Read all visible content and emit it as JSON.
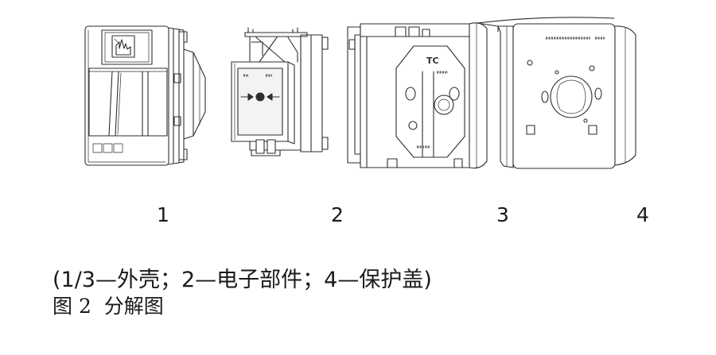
{
  "figure": {
    "parts": [
      {
        "label": "1"
      },
      {
        "label": "2"
      },
      {
        "label": "3"
      },
      {
        "label": "4"
      }
    ],
    "legend": "(1/3—外壳；2—电子部件；4—保护盖)",
    "caption": "图 2  分解图",
    "markings": {
      "housing_rear": "TC"
    }
  },
  "colors": {
    "background": "#ffffff",
    "line": "#2e2e2e",
    "text": "#1a1a1a"
  }
}
